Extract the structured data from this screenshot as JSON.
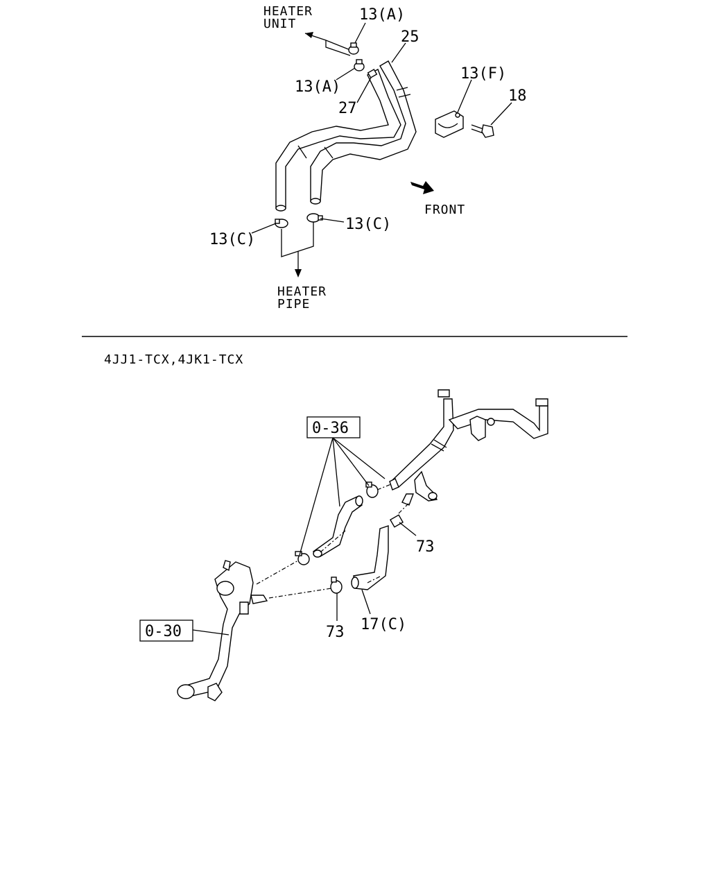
{
  "top_diagram": {
    "heater_unit_label": [
      "HEATER",
      "UNIT"
    ],
    "heater_pipe_label": [
      "HEATER",
      "PIPE"
    ],
    "front_label": "FRONT",
    "callouts": {
      "c13a_top": "13(A)",
      "c13a_mid": "13(A)",
      "c25": "25",
      "c27": "27",
      "c13f": "13(F)",
      "c18": "18",
      "c13c_left": "13(C)",
      "c13c_right": "13(C)"
    }
  },
  "bottom_diagram": {
    "engine_variant": "4JJ1-TCX,4JK1-TCX",
    "ref_boxes": {
      "o36": "0-36",
      "o30": "0-30"
    },
    "callouts": {
      "c73_right": "73",
      "c73_bottom": "73",
      "c17c": "17(C)"
    }
  }
}
